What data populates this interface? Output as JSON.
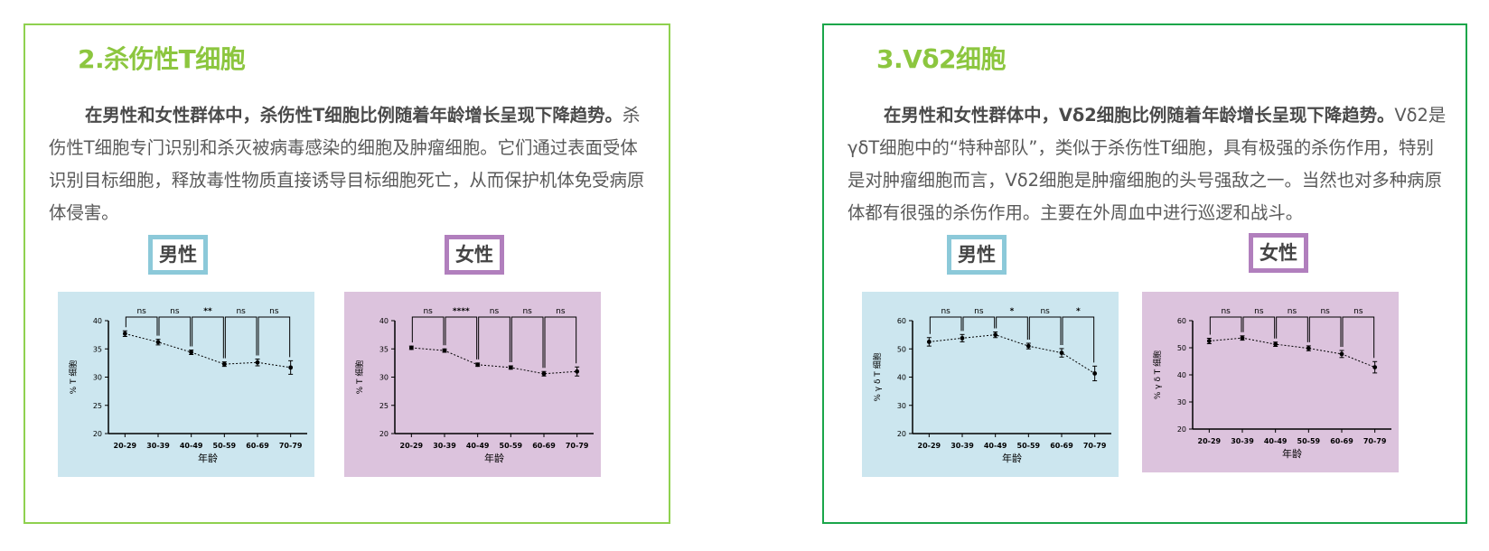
{
  "colors": {
    "left_border": "#8fd14f",
    "right_border": "#1aa64a",
    "title": "#8cc63f",
    "male_bg": "#cce6ef",
    "female_bg": "#dcc3dd",
    "male_tag": "#8cc9d9",
    "female_tag": "#b17fbd"
  },
  "left": {
    "title": "2.杀伤性T细胞",
    "lead": "在男性和女性群体中，杀伤性T细胞比例随着年龄增长呈现下降趋势。",
    "body": "杀伤性T细胞专门识别和杀灭被病毒感染的细胞及肿瘤细胞。它们通过表面受体识别目标细胞，释放毒性物质直接诱导目标细胞死亡，从而保护机体免受病原体侵害。",
    "male_label": "男性",
    "female_label": "女性"
  },
  "right": {
    "title": "3.Vδ2细胞",
    "lead": "在男性和女性群体中，Vδ2细胞比例随着年龄增长呈现下降趋势。",
    "body": "Vδ2是γδT细胞中的“特种部队”，类似于杀伤性T细胞，具有极强的杀伤作用，特别是对肿瘤细胞而言，Vδ2细胞是肿瘤细胞的头号强敌之一。当然也对多种病原体都有很强的杀伤作用。主要在外周血中进行巡逻和战斗。",
    "male_label": "男性",
    "female_label": "女性"
  },
  "chart_data": [
    {
      "type": "line",
      "group": "male",
      "categories": [
        "20-29",
        "30-39",
        "40-49",
        "50-59",
        "60-69",
        "70-79"
      ],
      "values": [
        37.7,
        36.2,
        34.4,
        32.3,
        32.6,
        31.7
      ],
      "errors": [
        0.5,
        0.5,
        0.4,
        0.4,
        0.6,
        1.2
      ],
      "significance": [
        "ns",
        "ns",
        "**",
        "ns",
        "ns"
      ],
      "ylim": [
        20,
        40
      ],
      "yticks": [
        20,
        25,
        30,
        35,
        40
      ],
      "ylabel": "% T 细胞",
      "xlabel": "年龄"
    },
    {
      "type": "line",
      "group": "female",
      "categories": [
        "20-29",
        "30-39",
        "40-49",
        "50-59",
        "60-69",
        "70-79"
      ],
      "values": [
        35.2,
        34.7,
        32.2,
        31.7,
        30.6,
        31.0
      ],
      "errors": [
        0.3,
        0.3,
        0.3,
        0.3,
        0.4,
        0.8
      ],
      "significance": [
        "ns",
        "****",
        "ns",
        "ns",
        "ns"
      ],
      "ylim": [
        20,
        40
      ],
      "yticks": [
        20,
        25,
        30,
        35,
        40
      ],
      "ylabel": "% T 细胞",
      "xlabel": "年龄"
    },
    {
      "type": "line",
      "group": "male",
      "categories": [
        "20-29",
        "30-39",
        "40-49",
        "50-59",
        "60-69",
        "70-79"
      ],
      "values": [
        52.5,
        53.8,
        55.0,
        51.0,
        48.6,
        41.3
      ],
      "errors": [
        1.5,
        1.3,
        1.0,
        1.0,
        1.5,
        2.6
      ],
      "significance": [
        "ns",
        "ns",
        "*",
        "ns",
        "*"
      ],
      "ylim": [
        20,
        60
      ],
      "yticks": [
        20,
        30,
        40,
        50,
        60
      ],
      "ylabel": "% γ δ T 细胞",
      "xlabel": "年龄"
    },
    {
      "type": "line",
      "group": "female",
      "categories": [
        "20-29",
        "30-39",
        "40-49",
        "50-59",
        "60-69",
        "70-79"
      ],
      "values": [
        52.5,
        53.6,
        51.3,
        49.8,
        47.7,
        42.8
      ],
      "errors": [
        1.0,
        0.8,
        0.8,
        0.9,
        1.3,
        2.1
      ],
      "significance": [
        "ns",
        "ns",
        "ns",
        "ns",
        "ns"
      ],
      "ylim": [
        20,
        60
      ],
      "yticks": [
        20,
        30,
        40,
        50,
        60
      ],
      "ylabel": "% γ δ T 细胞",
      "xlabel": "年龄"
    }
  ]
}
